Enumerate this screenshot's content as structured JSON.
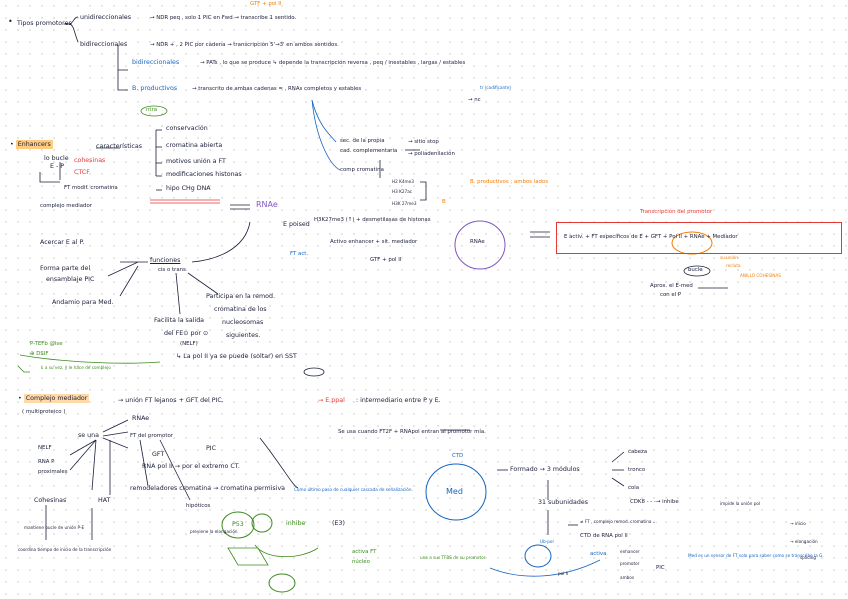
{
  "row1": {
    "bullet": "•",
    "label": "Tipos promotores",
    "note_top": "GTF + pol II",
    "uni": "unidireccionales",
    "uni_desc": "→ NDR peq , solo 1 PIC en Fwd → transcribe 1 sentido.",
    "bi": "bidireccionales",
    "bi_desc": "→ NDR + , 2 PIC por cadena → transcripción 5'→3' en ambos sentidos.",
    "bi_prod": "bidireccionales",
    "bi_prod_desc": "→ PATs , lo que se produce ↳ depende la transcripción reversa , peq / inestables , largas / estables",
    "b_prod": "B. productivos",
    "b_prod_desc": "→ transcrito de ambas cadenas = , RNAs completos y estables",
    "ntra": "ntra",
    "nc": "→ nc",
    "tr_small": "tr (codificante)",
    "sec": "sec. de la propia",
    "cad": "cad. complementaria",
    "sitio": "→ sitio stop",
    "poli": "→ poliadenilación",
    "cmp_cromatina": "comp cromatina",
    "h2k": "H2 K4me3",
    "h3k": "H3 K27ac",
    "h3k36": "H3K 27me3",
    "b_prod_marks": "B. productivos ; ambos lados",
    "b_mark": "B"
  },
  "row2": {
    "enhancers": "Enhancers",
    "caract": "características",
    "conservacion": "conservación",
    "crom_abierta": "cromatina abierta",
    "motivos": "motivos unión a FT",
    "modif": "modificaciones histonas",
    "hipo": "hipo CHg DNA",
    "rnae": "RNAe",
    "bucle": "lo bucle",
    "ep": "E - P",
    "cohesinas": "cohesinas",
    "ctcf": "CTCF",
    "ft_modif": "FT modif. cromatina",
    "comp_mediador": "complejo mediador",
    "poised": "E poised",
    "h3k": "H3K27me3 (↑) + desmetilasas de histonas",
    "activo": "Activo enhancer + sit. mediador",
    "gtf": "GTF + pol II",
    "ft_act": "FT act.",
    "rnae2": "RNAe",
    "transcripcion": "Transcripción del promotor",
    "box": "E activ. + FT específicos de E + GFT + Pol II + RNAe + Mediador",
    "su_union": "su unión",
    "recruta": "recluta",
    "anillo": "ANILLO COHESINAS",
    "bucle2": "bucle",
    "aprox": "Aprox. el E-med",
    "con_p": "con el P",
    "acercar": "Acercar E al P.",
    "forma": "Forma parte del",
    "ensamblaje": "ensamblaje PIC",
    "andamio": "Andamio para Med.",
    "funciones": "funciones",
    "cis": "cis o trans",
    "participa": "Participa en la remod.",
    "crom_de": "cromatina de los",
    "nucleo": "nucleosomas",
    "sig": "siguientes.",
    "facilita": "Facilita la salida",
    "del_fe": "del FE⊙ por ⊙",
    "nelf": "(NELF)",
    "p_tefb": "P-TEFb @lse",
    "p_dsif": "⊕ DSIF",
    "pol": "↳ La pol II ya se puede (soltar) en SST",
    "bottom_small": "↳ a su vez, y le hace de complejo"
  },
  "row3": {
    "mediador": "Complejo mediador",
    "multiproteico": "( multiproteico )",
    "desc": "→ unión FT lejanos + GFT del PIC.",
    "e_ppal": "→ E ppal",
    "desc2": ": intermediario entre P y E.",
    "se_usa": "Se usa cuando FT2F + RNApol entran al promotor mía.",
    "se_una": "se una",
    "nelf": "NELF",
    "rna_p": "RNA P",
    "prox": "proximales",
    "rnae": "RNAe",
    "ft_prom": "FT del promotor",
    "pic": "PIC",
    "gft": "GFT",
    "rna_pol": "RNA pol II → por el extremo CT.",
    "remod": "remodeladores cromatina → cromatina permisiva",
    "cohesinas": "Cohesinas",
    "hat": "HAT",
    "hipo": "hipóticos",
    "previene": "previene la elongación",
    "mantiene": "mantiene bucle de unión P-E",
    "coordina": "coordina tiempo de inicio de la transcripción",
    "como": "Como último paso de cualquier cascada de señalización.",
    "p53": "P53",
    "inhibe": "inhibe",
    "e3": "(E3)",
    "ctd": "CTD",
    "med": "Med",
    "formado": "Formado → 3 módulos",
    "cabeza": "cabeza",
    "tronco": "tronco",
    "cola": "cola",
    "subunidades": "31 subunidades",
    "cdk8": "CDK8 - - -→ inhibe",
    "cdk8b": "impide la unión pol",
    "no_ft": "≠ FT , complejo remod. cromatina ...",
    "ctd_rna": "CTD de RNA pol II",
    "activa": "activa FT",
    "nucleo": "núcleo",
    "une": "une a sus TFBS de su promotor",
    "activa2": "activa",
    "enhancer": "enhancer",
    "promotor": "promotor",
    "ambos": "ambos",
    "pic2": "PIC",
    "med_sensor": "Med es un sensor de FT solo para saber como se transcribe la G.",
    "ub": "Ub-pol",
    "pol": "pol II",
    "inicio": "→ inicio",
    "elongacion": "→ elongación",
    "splicing": "splicing"
  }
}
